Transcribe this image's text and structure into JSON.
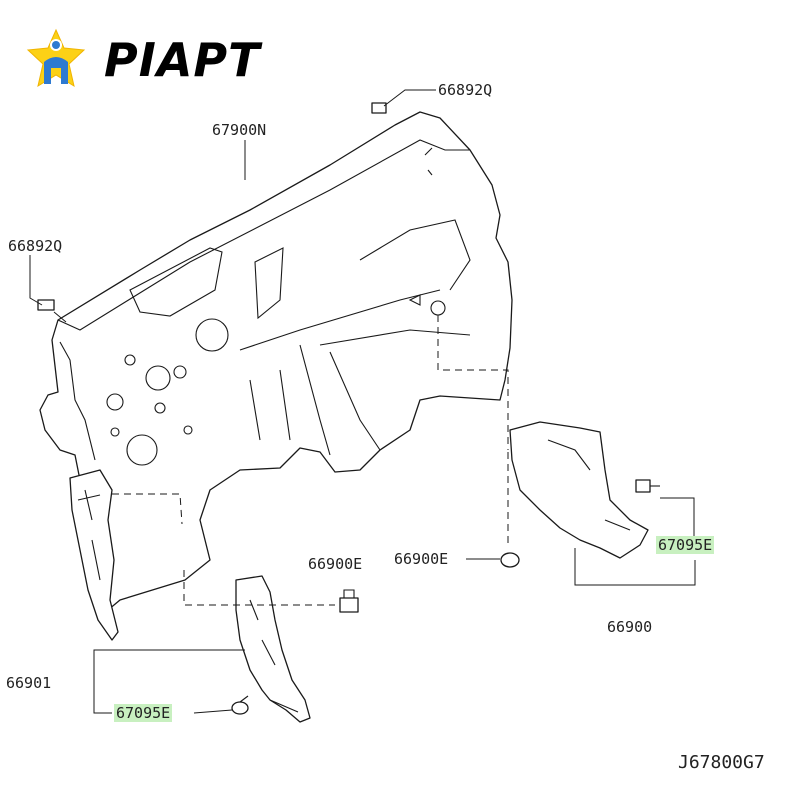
{
  "brand": {
    "name": "PIAPT",
    "logo_icon": "star-person-logo-icon"
  },
  "labels": {
    "insulator_top_clip": "66892Q",
    "dash_insulator": "67900N",
    "insulator_left_clip": "66892Q",
    "clip_right": "66900E",
    "clip_lower": "66900E",
    "grommet_right": "67095E",
    "finisher_right": "66900",
    "finisher_left": "66901",
    "grommet_left": "67095E"
  },
  "diagram_code": "J67800G7",
  "colors": {
    "highlight": "#c8f0c0",
    "line": "#1a1a1a"
  }
}
